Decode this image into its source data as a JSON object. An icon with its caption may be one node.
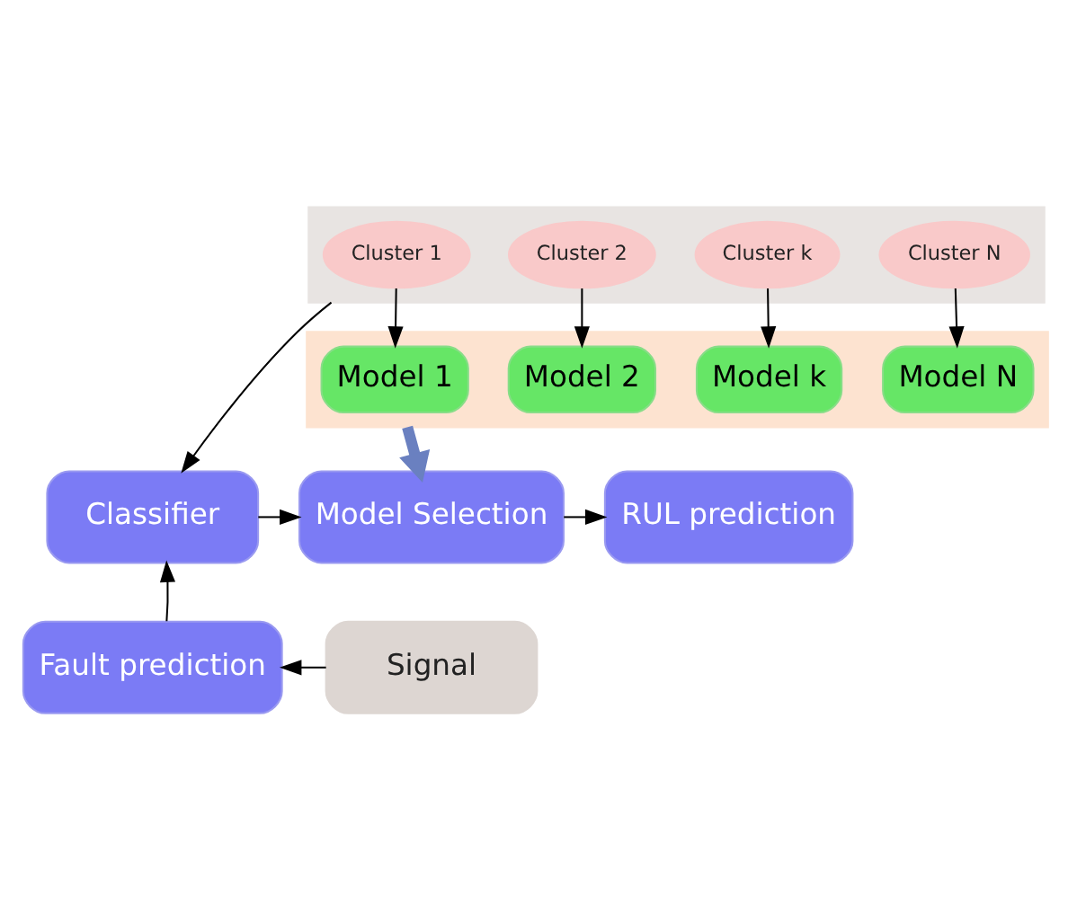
{
  "diagram": {
    "nodes": [
      {
        "text": [],
        "shape": "box"
      },
      {
        "text": [
          "Cluster 1"
        ],
        "in": 0
      },
      {
        "text": [
          "Cluster 2"
        ],
        "in": 0
      },
      {
        "text": [
          "Cluster k"
        ],
        "in": 0
      },
      {
        "text": [
          "Cluster N"
        ],
        "in": 0
      },
      {
        "text": [],
        "shape": "box"
      },
      {
        "text": [
          "Model 1"
        ],
        "in": 5
      },
      {
        "text": [
          "Model 2"
        ],
        "in": 5
      },
      {
        "text": [
          "Model k"
        ],
        "in": 5
      },
      {
        "text": [
          "Model N"
        ],
        "in": 5
      },
      {
        "text": [
          "Classifier"
        ]
      },
      {
        "text": [
          "Model Selection"
        ]
      },
      {
        "text": [
          "RUL prediction"
        ]
      },
      {
        "text": [
          "Fault prediction"
        ]
      },
      {
        "text": [
          "Signal"
        ]
      }
    ],
    "edges": [
      {
        "from": 1,
        "to": 6,
        "arrow": "to"
      },
      {
        "from": 2,
        "to": 7,
        "arrow": "to"
      },
      {
        "from": 3,
        "to": 8,
        "arrow": "to"
      },
      {
        "from": 4,
        "to": 9,
        "arrow": "to"
      },
      {
        "from": 0,
        "to": 10,
        "arrow": "to"
      },
      {
        "from": 5,
        "to": 11,
        "arrow": "to",
        "style": "thick",
        "color": "#6a80c0"
      },
      {
        "from": 10,
        "to": 11,
        "arrow": "to"
      },
      {
        "from": 11,
        "to": 12,
        "arrow": "to"
      },
      {
        "from": 14,
        "to": 13,
        "arrow": "to"
      },
      {
        "from": 13,
        "to": 10,
        "arrow": "to"
      }
    ]
  }
}
